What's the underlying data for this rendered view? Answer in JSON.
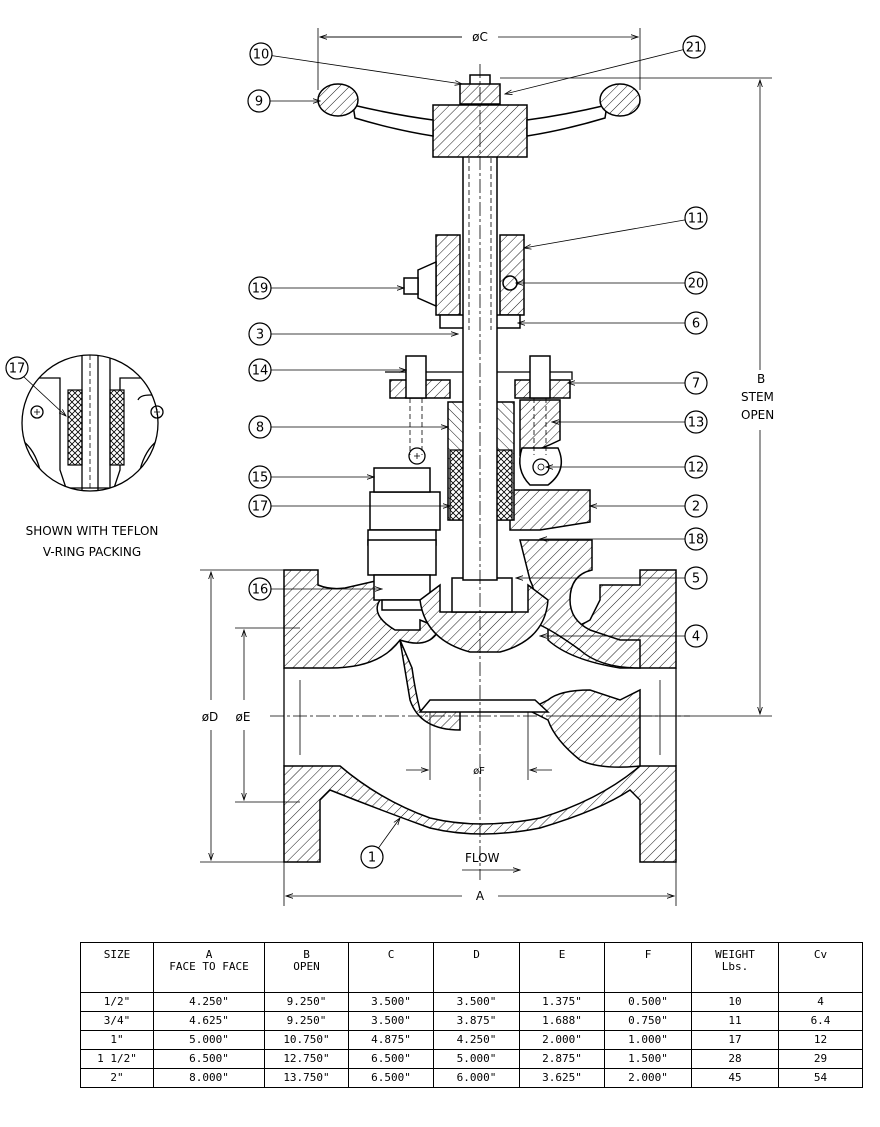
{
  "dimension_labels": {
    "c": "øC",
    "b_line1": "B",
    "b_line2": "STEM",
    "b_line3": "OPEN",
    "d": "øD",
    "e": "øE",
    "f": "øF",
    "a": "A",
    "flow": "FLOW"
  },
  "callouts": [
    "1",
    "2",
    "3",
    "4",
    "5",
    "6",
    "7",
    "8",
    "9",
    "10",
    "11",
    "12",
    "13",
    "14",
    "15",
    "16",
    "17",
    "18",
    "19",
    "20",
    "21"
  ],
  "detail": {
    "callout": "17",
    "caption_line1": "SHOWN WITH TEFLON",
    "caption_line2": "V-RING PACKING"
  },
  "table": {
    "headers": [
      {
        "l1": "SIZE",
        "l2": ""
      },
      {
        "l1": "A",
        "l2": "FACE TO FACE"
      },
      {
        "l1": "B",
        "l2": "OPEN"
      },
      {
        "l1": "C",
        "l2": ""
      },
      {
        "l1": "D",
        "l2": ""
      },
      {
        "l1": "E",
        "l2": ""
      },
      {
        "l1": "F",
        "l2": ""
      },
      {
        "l1": "WEIGHT",
        "l2": "Lbs."
      },
      {
        "l1": "Cv",
        "l2": ""
      }
    ],
    "rows": [
      [
        "1/2\"",
        "4.250\"",
        "9.250\"",
        "3.500\"",
        "3.500\"",
        "1.375\"",
        "0.500\"",
        "10",
        "4"
      ],
      [
        "3/4\"",
        "4.625\"",
        "9.250\"",
        "3.500\"",
        "3.875\"",
        "1.688\"",
        "0.750\"",
        "11",
        "6.4"
      ],
      [
        "1\"",
        "5.000\"",
        "10.750\"",
        "4.875\"",
        "4.250\"",
        "2.000\"",
        "1.000\"",
        "17",
        "12"
      ],
      [
        "1 1/2\"",
        "6.500\"",
        "12.750\"",
        "6.500\"",
        "5.000\"",
        "2.875\"",
        "1.500\"",
        "28",
        "29"
      ],
      [
        "2\"",
        "8.000\"",
        "13.750\"",
        "6.500\"",
        "6.000\"",
        "3.625\"",
        "2.000\"",
        "45",
        "54"
      ]
    ]
  }
}
